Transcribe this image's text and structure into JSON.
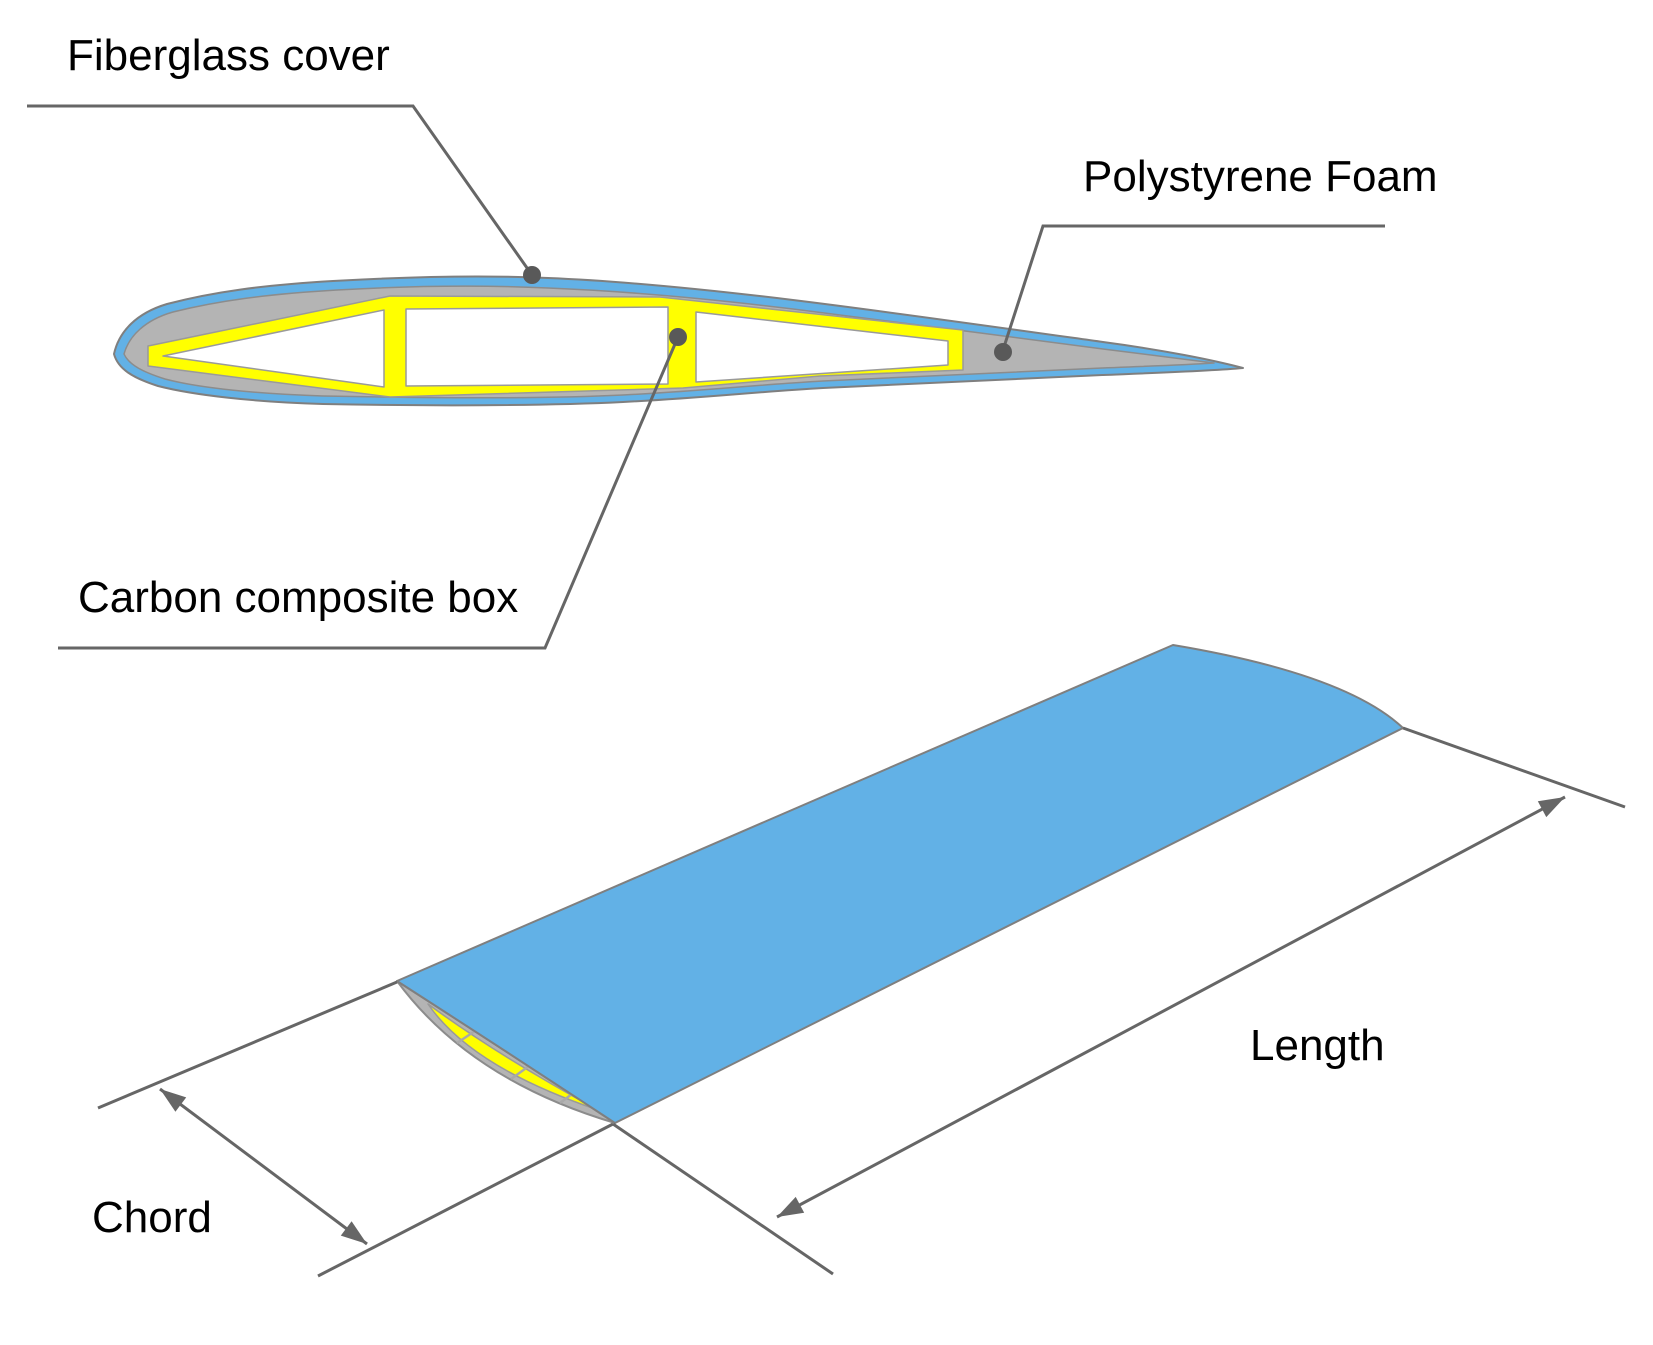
{
  "labels": {
    "fiberglass_cover": "Fiberglass cover",
    "polystyrene_foam": "Polystyrene Foam",
    "carbon_composite_box": "Carbon composite box",
    "chord": "Chord",
    "length": "Length"
  },
  "colors": {
    "cover_blue": "#62B1E6",
    "foam_gray": "#B4B4B4",
    "carbon_yellow": "#FFFF00",
    "cell_white": "#FFFFFF",
    "annotation_gray": "#666666",
    "marker_dot_gray": "#595959",
    "outline_gray": "#7F7F7F",
    "text_black": "#000000"
  }
}
